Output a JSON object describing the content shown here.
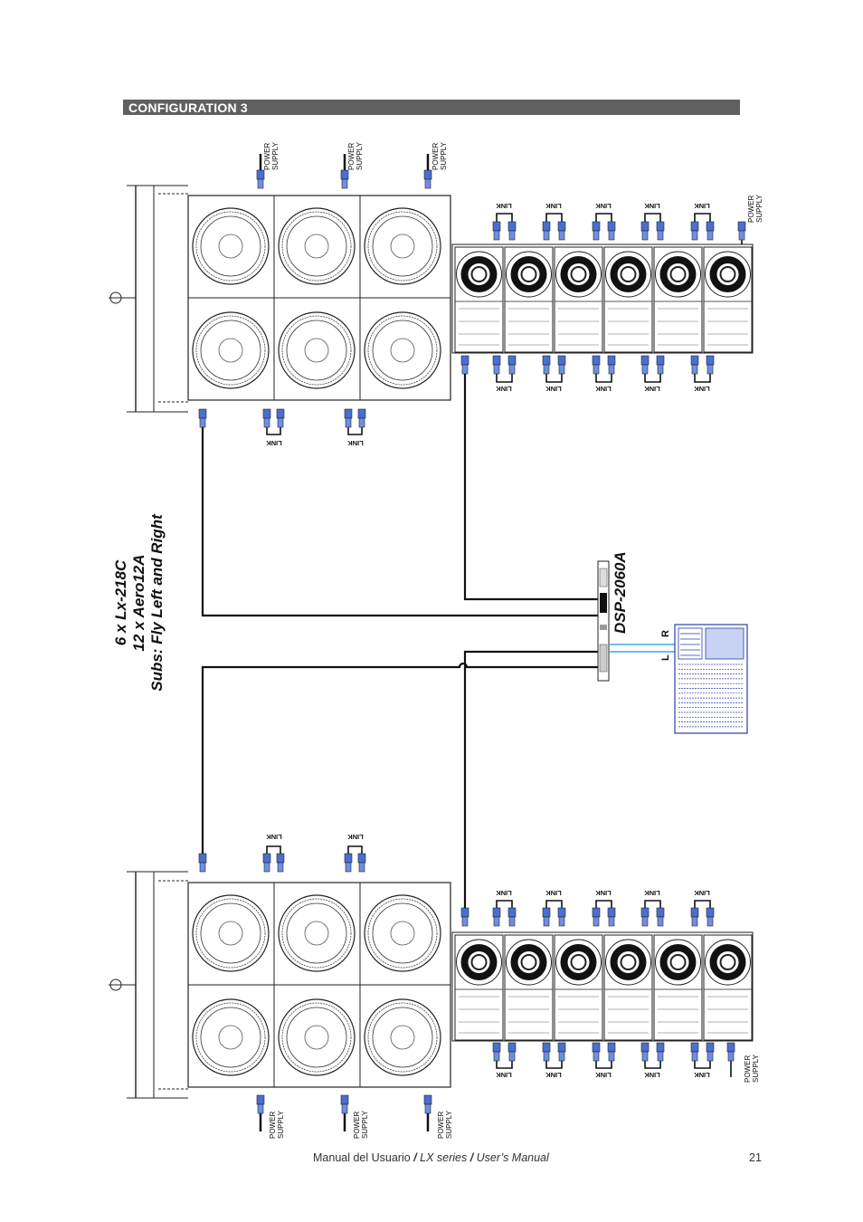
{
  "header": {
    "title": "CONFIGURATION 3"
  },
  "title_block": {
    "line1": "6 x Lx-218C",
    "line2": "12 x Aero12A",
    "line3": "Subs: Fly Left and Right"
  },
  "dsp_label": "DSP-2060A",
  "labels": {
    "power_supply_1": "POWER",
    "power_supply_2": "SUPPLY",
    "link": "LINK",
    "left": "L",
    "right": "R"
  },
  "footer": {
    "part1": "Manual  del  Usuario",
    "sep1": " / ",
    "series": "LX  series",
    "sep2": " / ",
    "part2": "User’s  Manual",
    "page_number": "21"
  },
  "colors": {
    "header_bar": "#606060",
    "console_blue": "#2a3fa8",
    "cable_cyan": "#3ea9d6",
    "connector_blue": "#4a6fd0"
  }
}
